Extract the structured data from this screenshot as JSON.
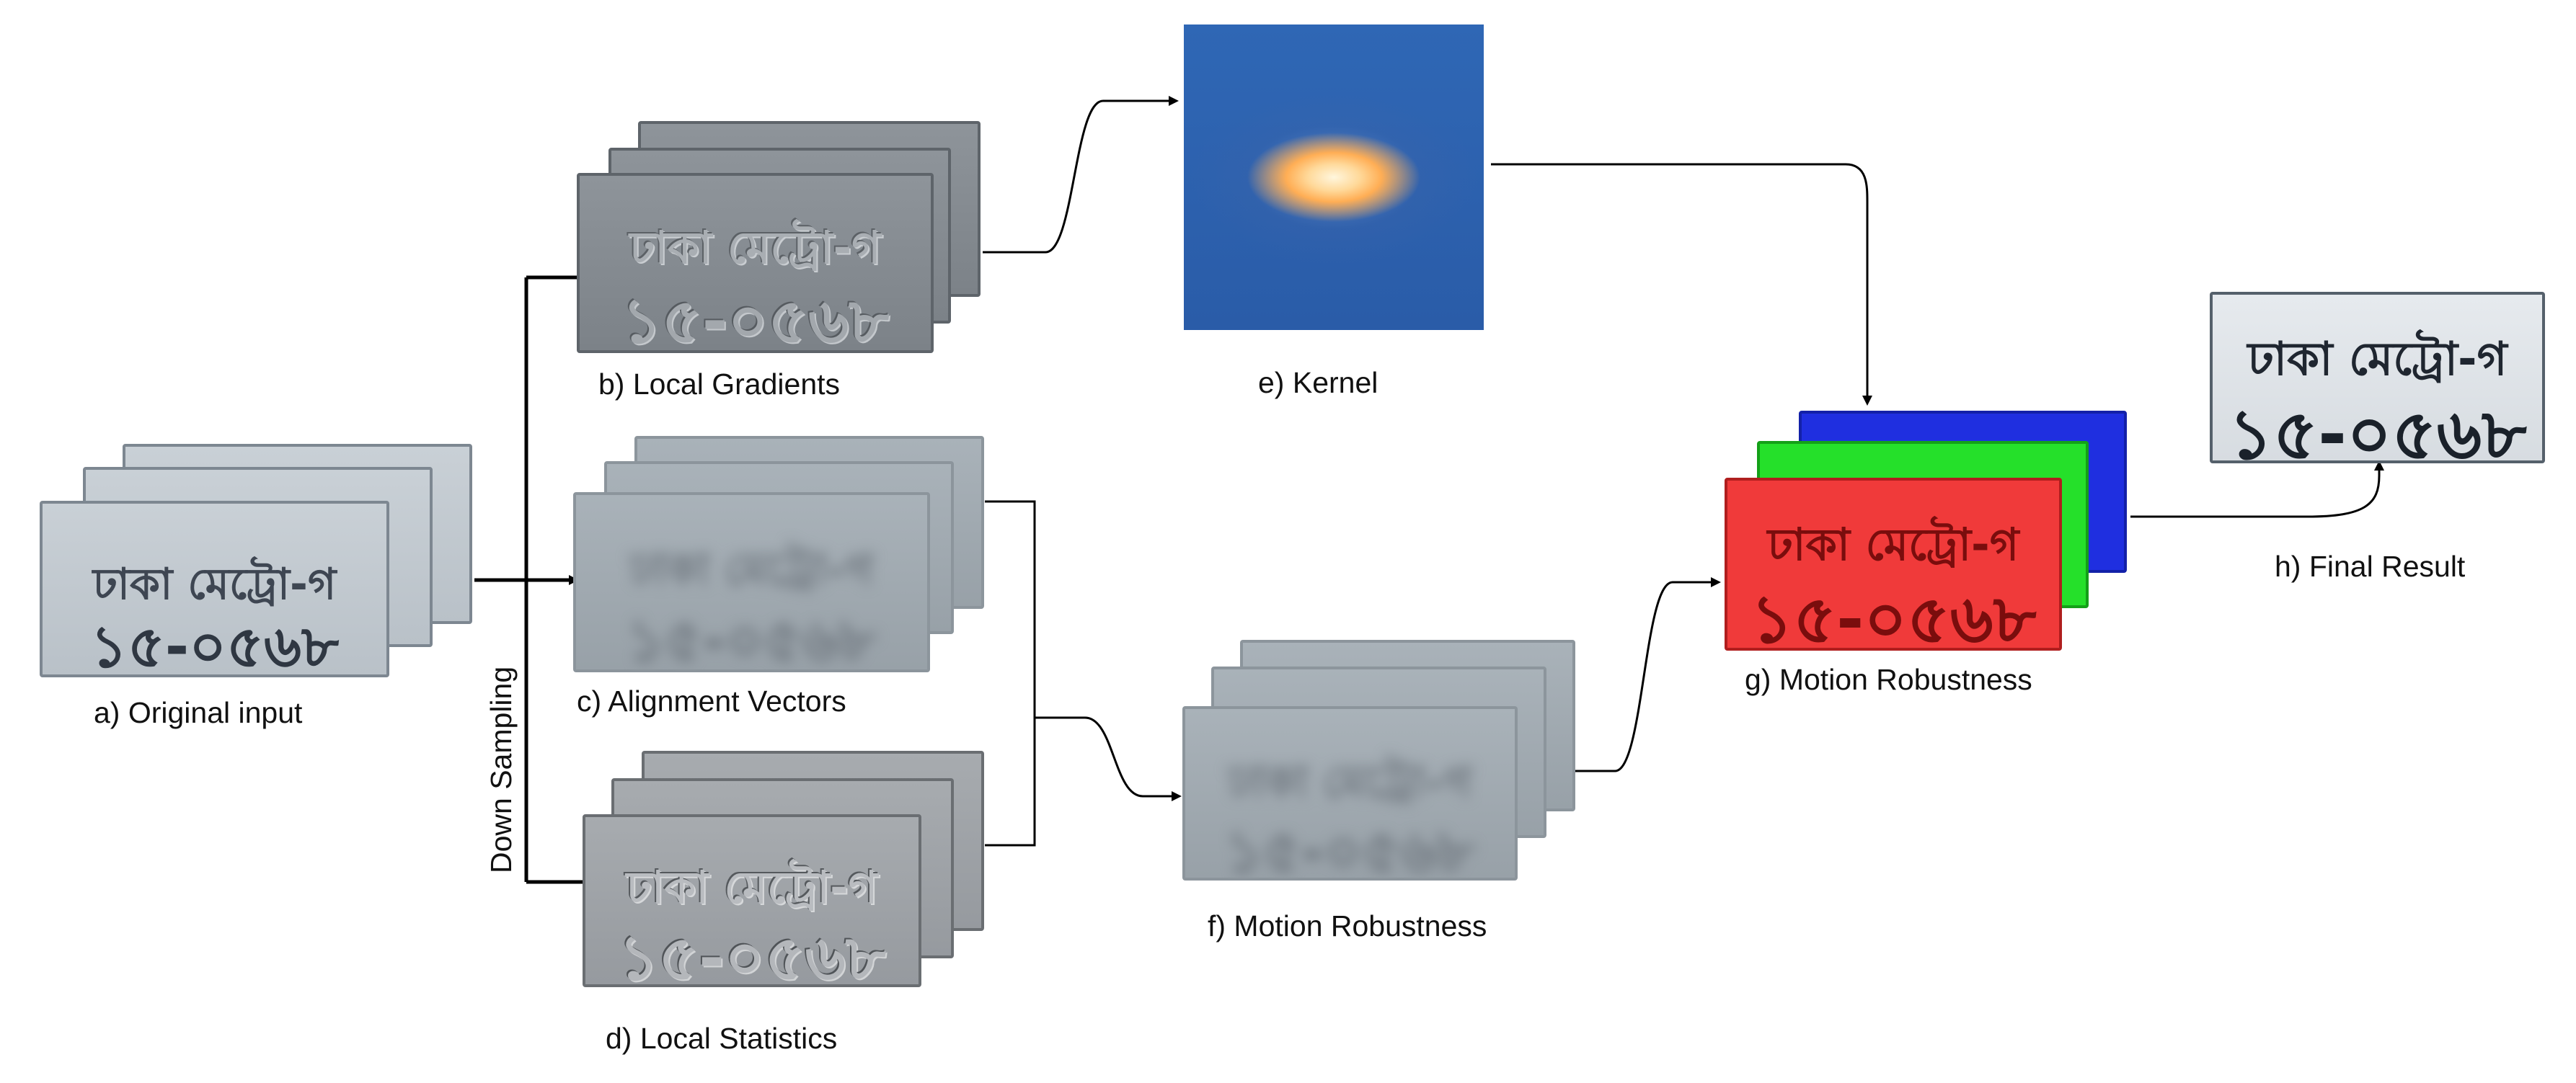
{
  "plate_text": {
    "line1": "ঢাকা মেট্রো-গ",
    "line2": "১৫-০৫৬৮"
  },
  "captions": {
    "a": "a) Original input",
    "b": "b) Local Gradients",
    "c": "c) Alignment Vectors",
    "d": "d) Local Statistics",
    "e": "e) Kernel",
    "f": "f) Motion Robustness",
    "g": "g) Motion Robustness",
    "h": "h) Final Result"
  },
  "side_label": "Down Sampling",
  "colors": {
    "arrow": "#000000",
    "channel_blue": "#1f2fe0",
    "channel_green": "#25e02a",
    "channel_red": "#f03a3a",
    "kernel_background": "#2f67b5",
    "kernel_hotspot": "#ffae55"
  }
}
